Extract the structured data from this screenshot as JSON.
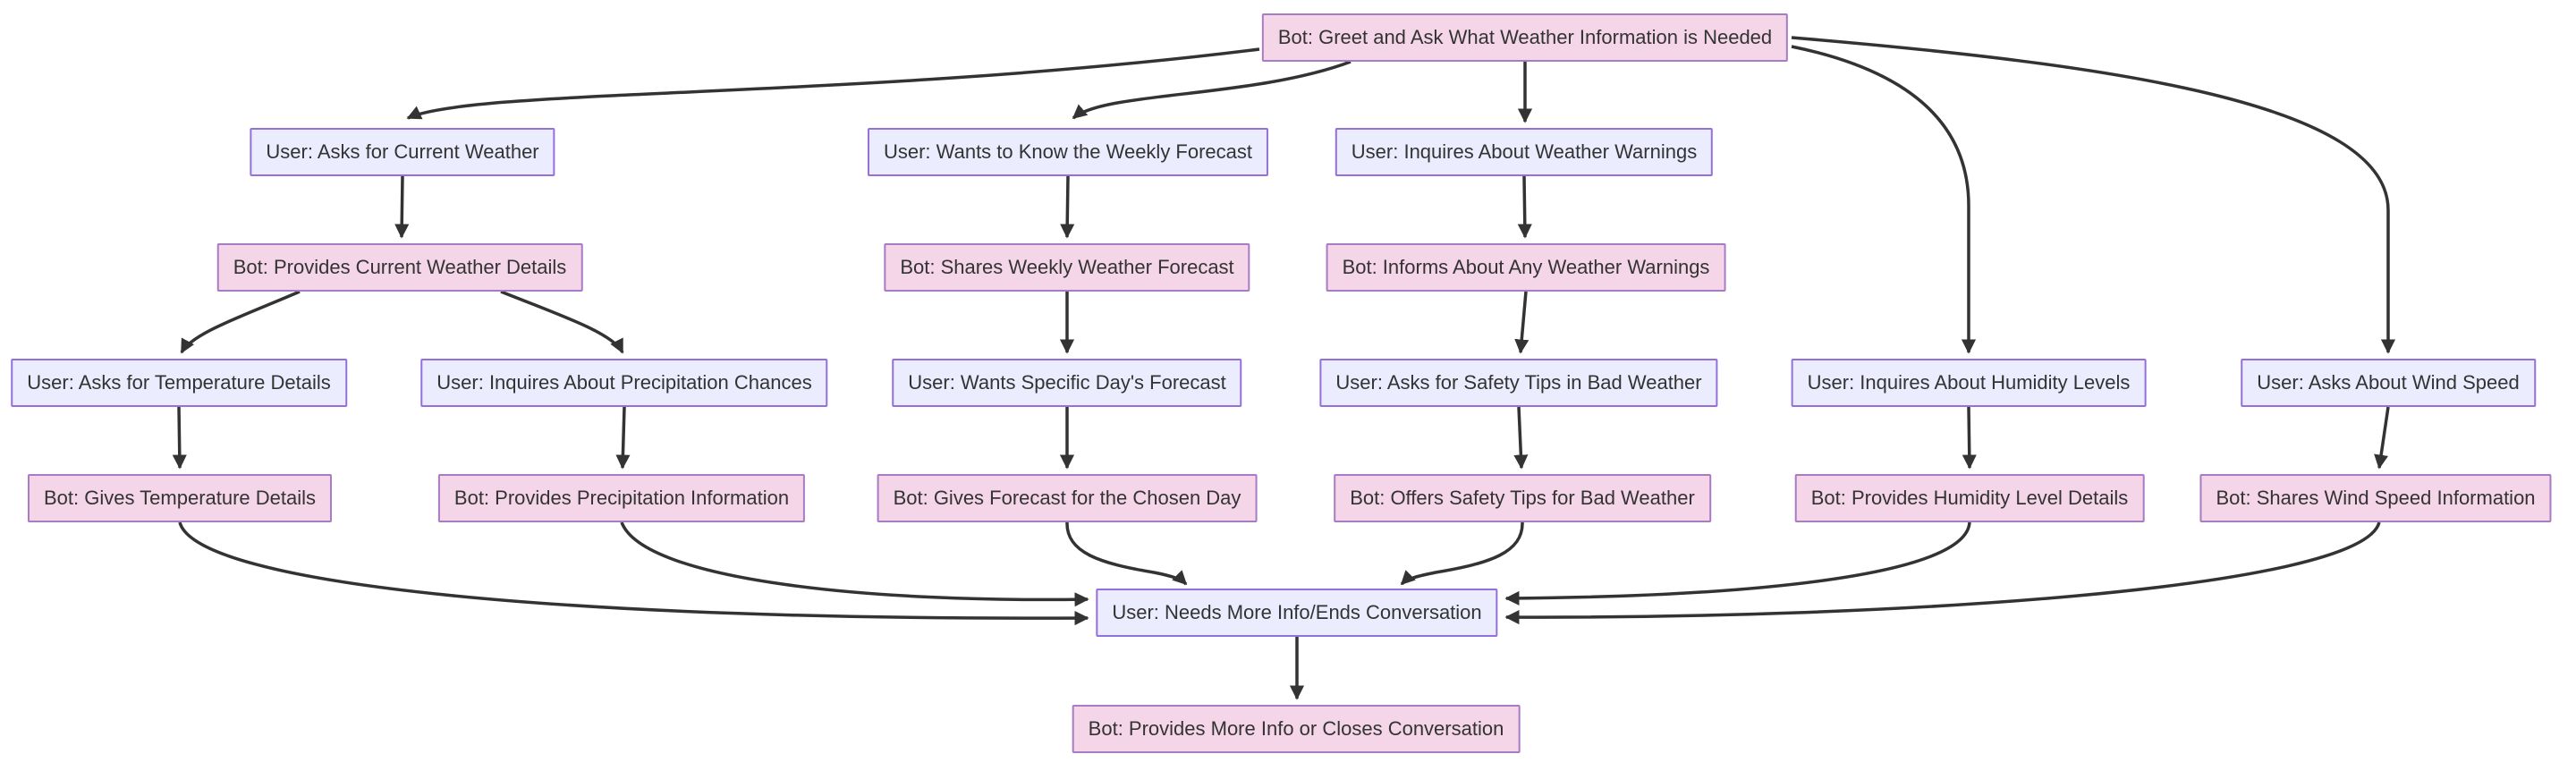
{
  "diagram": {
    "type": "flowchart",
    "direction": "top-down"
  },
  "colors": {
    "user_fill": "#ECECFF",
    "user_border": "#9370DB",
    "bot_fill": "#F5D6E8",
    "bot_border": "#A87BC4",
    "edge": "#333333",
    "text": "#333333",
    "background": "#FFFFFF"
  },
  "nodes": [
    {
      "id": "greet",
      "type": "bot",
      "label": "Bot: Greet and Ask What Weather Information is Needed"
    },
    {
      "id": "user_current",
      "type": "user",
      "label": "User: Asks for Current Weather"
    },
    {
      "id": "bot_current",
      "type": "bot",
      "label": "Bot: Provides Current Weather Details"
    },
    {
      "id": "user_temp",
      "type": "user",
      "label": "User: Asks for Temperature Details"
    },
    {
      "id": "bot_temp",
      "type": "bot",
      "label": "Bot: Gives Temperature Details"
    },
    {
      "id": "user_precip",
      "type": "user",
      "label": "User: Inquires About Precipitation Chances"
    },
    {
      "id": "bot_precip",
      "type": "bot",
      "label": "Bot: Provides Precipitation Information"
    },
    {
      "id": "user_weekly",
      "type": "user",
      "label": "User: Wants to Know the Weekly Forecast"
    },
    {
      "id": "bot_weekly",
      "type": "bot",
      "label": "Bot: Shares Weekly Weather Forecast"
    },
    {
      "id": "user_specific",
      "type": "user",
      "label": "User: Wants Specific Day's Forecast"
    },
    {
      "id": "bot_forecast",
      "type": "bot",
      "label": "Bot: Gives Forecast for the Chosen Day"
    },
    {
      "id": "user_warnings",
      "type": "user",
      "label": "User: Inquires About Weather Warnings"
    },
    {
      "id": "bot_warnings",
      "type": "bot",
      "label": "Bot: Informs About Any Weather Warnings"
    },
    {
      "id": "user_safety",
      "type": "user",
      "label": "User: Asks for Safety Tips in Bad Weather"
    },
    {
      "id": "bot_safety",
      "type": "bot",
      "label": "Bot: Offers Safety Tips for Bad Weather"
    },
    {
      "id": "user_humidity",
      "type": "user",
      "label": "User: Inquires About Humidity Levels"
    },
    {
      "id": "bot_humidity",
      "type": "bot",
      "label": "Bot: Provides Humidity Level Details"
    },
    {
      "id": "user_wind",
      "type": "user",
      "label": "User: Asks About Wind Speed"
    },
    {
      "id": "bot_wind",
      "type": "bot",
      "label": "Bot: Shares Wind Speed Information"
    },
    {
      "id": "user_needs",
      "type": "user",
      "label": "User: Needs More Info/Ends Conversation"
    },
    {
      "id": "bot_more",
      "type": "bot",
      "label": "Bot: Provides More Info or Closes Conversation"
    }
  ],
  "edges": [
    {
      "from": "greet",
      "to": "user_current"
    },
    {
      "from": "greet",
      "to": "user_weekly"
    },
    {
      "from": "greet",
      "to": "user_warnings"
    },
    {
      "from": "greet",
      "to": "user_humidity"
    },
    {
      "from": "greet",
      "to": "user_wind"
    },
    {
      "from": "user_current",
      "to": "bot_current"
    },
    {
      "from": "bot_current",
      "to": "user_temp"
    },
    {
      "from": "bot_current",
      "to": "user_precip"
    },
    {
      "from": "user_temp",
      "to": "bot_temp"
    },
    {
      "from": "user_precip",
      "to": "bot_precip"
    },
    {
      "from": "user_weekly",
      "to": "bot_weekly"
    },
    {
      "from": "bot_weekly",
      "to": "user_specific"
    },
    {
      "from": "user_specific",
      "to": "bot_forecast"
    },
    {
      "from": "user_warnings",
      "to": "bot_warnings"
    },
    {
      "from": "bot_warnings",
      "to": "user_safety"
    },
    {
      "from": "user_safety",
      "to": "bot_safety"
    },
    {
      "from": "user_humidity",
      "to": "bot_humidity"
    },
    {
      "from": "user_wind",
      "to": "bot_wind"
    },
    {
      "from": "bot_temp",
      "to": "user_needs"
    },
    {
      "from": "bot_precip",
      "to": "user_needs"
    },
    {
      "from": "bot_forecast",
      "to": "user_needs"
    },
    {
      "from": "bot_safety",
      "to": "user_needs"
    },
    {
      "from": "bot_humidity",
      "to": "user_needs"
    },
    {
      "from": "bot_wind",
      "to": "user_needs"
    },
    {
      "from": "user_needs",
      "to": "bot_more"
    }
  ]
}
